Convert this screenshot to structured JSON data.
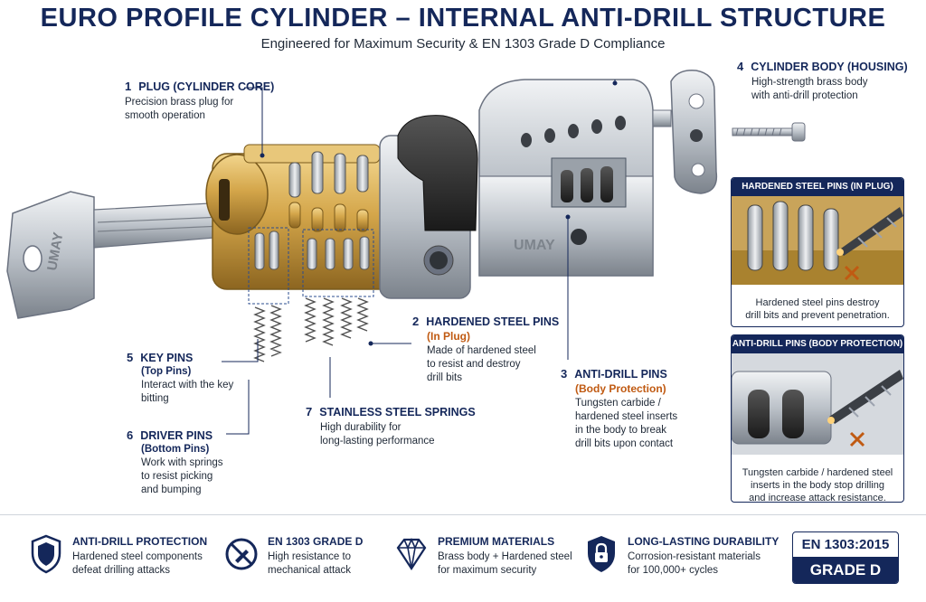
{
  "header": {
    "title": "EURO PROFILE CYLINDER – INTERNAL ANTI-DRILL STRUCTURE",
    "subtitle": "Engineered for Maximum Security & EN 1303 Grade D Compliance"
  },
  "brand": "UMAY",
  "callouts": [
    {
      "num": "1",
      "title": "PLUG (CYLINDER CORE)",
      "sub": "",
      "desc": [
        "Precision brass plug for",
        "smooth operation"
      ]
    },
    {
      "num": "2",
      "title": "HARDENED STEEL PINS",
      "sub": "(In Plug)",
      "desc": [
        "Made of hardened steel",
        "to resist and destroy",
        "drill bits"
      ]
    },
    {
      "num": "3",
      "title": "ANTI-DRILL PINS",
      "sub": "(Body Protection)",
      "desc": [
        "Tungsten carbide /",
        "hardened steel inserts",
        "in the body to break",
        "drill bits upon contact"
      ]
    },
    {
      "num": "4",
      "title": "CYLINDER BODY (HOUSING)",
      "sub": "",
      "desc": [
        "High-strength brass body",
        "with anti-drill protection"
      ]
    },
    {
      "num": "5",
      "title": "KEY PINS",
      "sub": "(Top Pins)",
      "desc": [
        "Interact with the key",
        "bitting"
      ]
    },
    {
      "num": "6",
      "title": "DRIVER PINS",
      "sub": "(Bottom Pins)",
      "desc": [
        "Work with springs",
        "to resist picking",
        "and bumping"
      ]
    },
    {
      "num": "7",
      "title": "STAINLESS STEEL SPRINGS",
      "sub": "",
      "desc": [
        "High durability for",
        "long-lasting performance"
      ]
    }
  ],
  "insets": [
    {
      "title": "HARDENED STEEL PINS (IN PLUG)",
      "caption": [
        "Hardened steel pins destroy",
        "drill bits and prevent penetration."
      ]
    },
    {
      "title": "ANTI-DRILL PINS (BODY PROTECTION)",
      "caption": [
        "Tungsten carbide / hardened steel",
        "inserts in the body stop drilling",
        "and increase attack resistance."
      ]
    }
  ],
  "features": [
    {
      "icon": "shield-icon",
      "title": "ANTI-DRILL PROTECTION",
      "desc": [
        "Hardened steel components",
        "defeat drilling attacks"
      ]
    },
    {
      "icon": "no-drill-icon",
      "title": "EN 1303 GRADE D",
      "desc": [
        "High resistance to",
        "mechanical attack"
      ]
    },
    {
      "icon": "diamond-icon",
      "title": "PREMIUM MATERIALS",
      "desc": [
        "Brass body + Hardened steel",
        "for maximum security"
      ]
    },
    {
      "icon": "padlock-shield-icon",
      "title": "LONG-LASTING DURABILITY",
      "desc": [
        "Corrosion-resistant materials",
        "for 100,000+ cycles"
      ]
    }
  ],
  "badge": {
    "standard": "EN 1303:2015",
    "grade": "GRADE D"
  },
  "colors": {
    "navy": "#14275a",
    "accent": "#c05a12",
    "brass": "#d4a64a",
    "steel": "#b8bec6"
  }
}
